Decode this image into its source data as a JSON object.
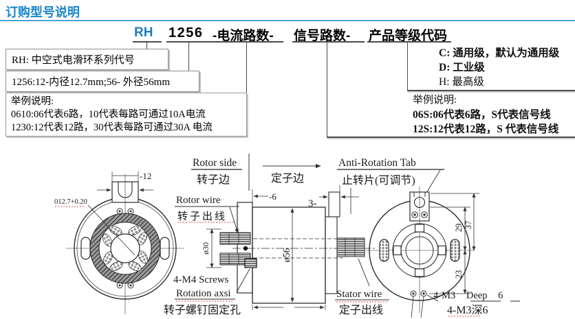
{
  "title": "订购型号说明",
  "model": {
    "rh": "RH",
    "size": "1256",
    "current": "-电流路数-",
    "signal": "信号路数-",
    "grade": "产品等级代码"
  },
  "boxes": {
    "rh_note": "RH: 中空式电滑环系列代号",
    "size_note": "1256:12-内径12.7mm;56- 外径56mm",
    "current_example_title": "举例说明:",
    "current_example_1": "0610:06代表6路，10代表每路可通过10A电流",
    "current_example_2": "1230:12代表12路，30代表每路可通过30A 电流",
    "grade_c": "C: 通用级，默认为通用级",
    "grade_d": "D: 工业级",
    "grade_h": "H: 最高级",
    "signal_example_title": "举例说明:",
    "signal_example_1": "06S:06代表6路，S代表信号线",
    "signal_example_2": "12S:12代表12路，S 代表信号线"
  },
  "diagram": {
    "rotor_side_en": "Rotor side",
    "rotor_side_cn": "转子边",
    "stator_side_cn": "定子边",
    "anti_rotation_en": "Anti-Rotation Tab",
    "anti_rotation_cn": "止转片(可调节)",
    "rotor_wire_en": "Rotor wire",
    "rotor_wire_cn": "转子出线",
    "m4_screws": "4-M4 Screws",
    "rotation_axis_en": "Rotation axsi",
    "rotation_axis_cn": "转子螺钉固定孔",
    "stator_wire_en": "Stator wire",
    "stator_wire_cn": "定子出线",
    "m3_deep_en": "4-M3  Deep  6",
    "m3_deep_cn": "4-M3深6",
    "dim_tab_width": "-12",
    "dim_bore": "012.7+0.20",
    "dim_flange": "-6",
    "dim_pin": "3-",
    "dim_body_dia": "ø56",
    "dim_wire_dia": "ø30",
    "dim_29": "29",
    "dim_37": "37",
    "dim_23": "23"
  },
  "colors": {
    "title_blue": "#1787c9",
    "rh_blue": "#1f7ec2"
  }
}
